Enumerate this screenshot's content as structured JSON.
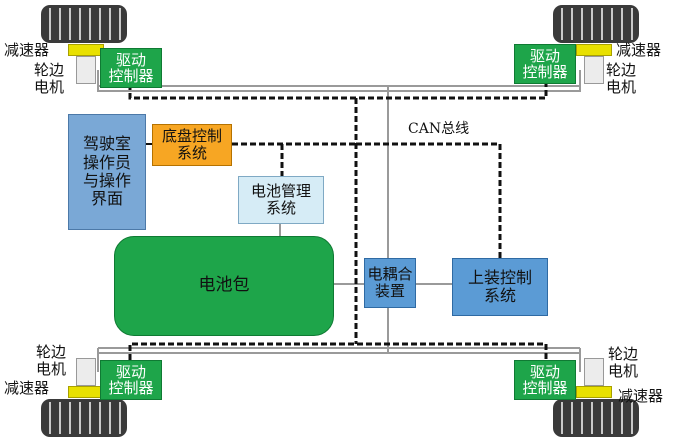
{
  "components": {
    "driver_fl": [
      "驱动",
      "控制器"
    ],
    "driver_fr": [
      "驱动",
      "控制器"
    ],
    "driver_rl": [
      "驱动",
      "控制器"
    ],
    "driver_rr": [
      "驱动",
      "控制器"
    ],
    "cockpit": [
      "驾驶室",
      "操作员",
      "与操作",
      "界面"
    ],
    "chassis_control": [
      "底盘控制",
      "系统"
    ],
    "bms": [
      "电池管理",
      "系统"
    ],
    "battery": "电池包",
    "coupler": [
      "电耦合",
      "装置"
    ],
    "upper_control": [
      "上装控制",
      "系统"
    ]
  },
  "labels": {
    "reducer": "减速器",
    "wheel_motor": [
      "轮边",
      "电机"
    ],
    "can_bus": "CAN总线"
  },
  "colors": {
    "green": "#1ea54a",
    "orange": "#f7a623",
    "blue": "#5b9bd5",
    "light_blue": "#d6ecf6",
    "cockpit_blue": "#7aa8d6",
    "reducer_yellow": "#e8e000"
  }
}
